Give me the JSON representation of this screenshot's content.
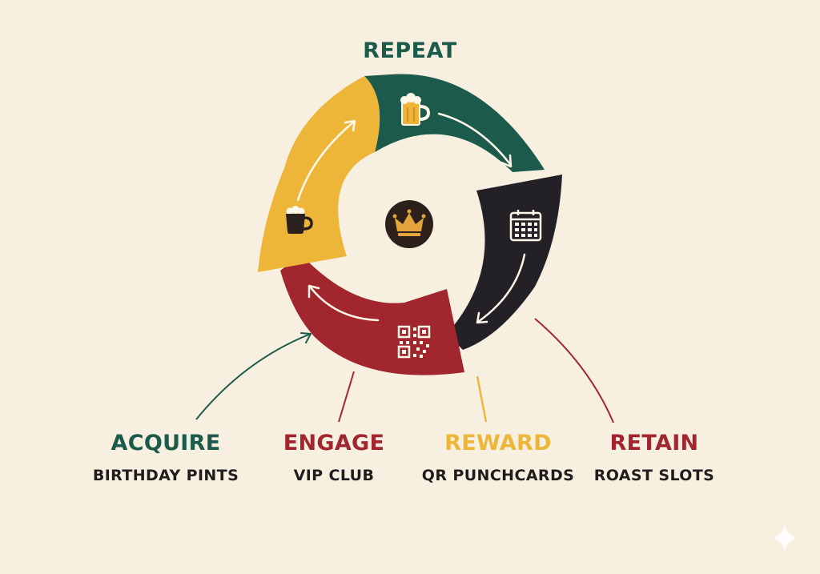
{
  "diagram": {
    "title": "REPEAT",
    "stages": [
      {
        "name": "ACQUIRE",
        "detail": "BIRTHDAY PINTS"
      },
      {
        "name": "ENGAGE",
        "detail": "VIP CLUB"
      },
      {
        "name": "REWARD",
        "detail": "QR PUNCHCARDS"
      },
      {
        "name": "RETAIN",
        "detail": "ROAST SLOTS"
      }
    ]
  },
  "colors": {
    "background": "#f7f0e1",
    "green": "#1c5a4b",
    "yellow": "#eeb639",
    "red": "#a1262d",
    "dark": "#232126",
    "center": "#2d201b",
    "crown": "#e4a43b"
  },
  "icons": {
    "green_segment": "beer-mug-icon",
    "dark_segment": "calendar-icon",
    "red_segment": "qr-code-icon",
    "yellow_segment": "coffee-cup-icon",
    "center": "crown-icon"
  }
}
